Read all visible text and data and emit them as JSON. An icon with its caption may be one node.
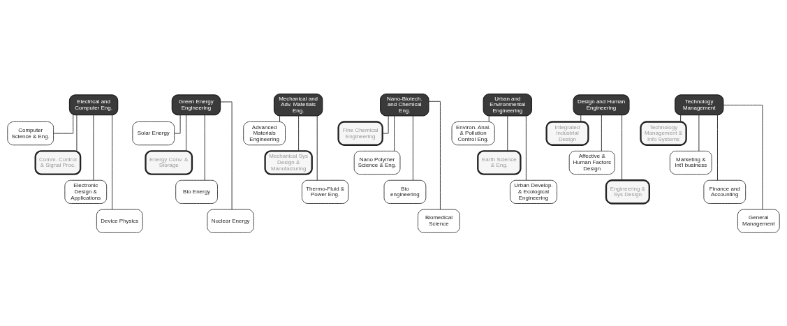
{
  "diagram": {
    "nodes": [
      {
        "text": [
          "Electrical and Computer Eng."
        ]
      },
      {
        "text": [
          "Computer Science & Eng."
        ]
      },
      {
        "text": [
          "Comm. Control & Signal Proc."
        ]
      },
      {
        "text": [
          "Electronic Design & Applications"
        ]
      },
      {
        "text": [
          "Device Physics"
        ]
      },
      {
        "text": [
          "Green Energy Engineering"
        ]
      },
      {
        "text": [
          "Solar Energy"
        ]
      },
      {
        "text": [
          "Energy Conv. & Storage"
        ]
      },
      {
        "text": [
          "Bio Energy"
        ]
      },
      {
        "text": [
          "Nuclear Energy"
        ]
      },
      {
        "text": [
          "Mechanical and Adv. Materials Eng."
        ]
      },
      {
        "text": [
          "Advanced Materials Engineering"
        ]
      },
      {
        "text": [
          "Mechanical Sys Design & Manufacturing"
        ]
      },
      {
        "text": [
          "Thermo-Fluid & Power Eng."
        ]
      },
      {
        "text": [
          "Nano-Biotech. and Chemical Eng."
        ]
      },
      {
        "text": [
          "Fine Chemical Engineering"
        ]
      },
      {
        "text": [
          "Nano Polymer Science & Eng."
        ]
      },
      {
        "text": [
          "Bio engineering"
        ]
      },
      {
        "text": [
          "Biomedical Science"
        ]
      },
      {
        "text": [
          "Urban and Environmental Engineering"
        ]
      },
      {
        "text": [
          "Environ. Anal. & Pollution Control Eng."
        ]
      },
      {
        "text": [
          "Earth Science & Eng."
        ]
      },
      {
        "text": [
          "Urban Develop. & Ecological Engineering"
        ]
      },
      {
        "text": [
          "Design and Human Engineering"
        ]
      },
      {
        "text": [
          "Integrated Industrial Design"
        ]
      },
      {
        "text": [
          "Affective & Human Factors Design"
        ]
      },
      {
        "text": [
          "Engineering & Sys Design"
        ]
      },
      {
        "text": [
          "Technology Management"
        ]
      },
      {
        "text": [
          "Technology Management & Info Systems"
        ]
      },
      {
        "text": [
          "Marketing & Int'l business"
        ]
      },
      {
        "text": [
          "Finance and Accounting"
        ]
      },
      {
        "text": [
          "General Management"
        ]
      }
    ],
    "edges": [
      {
        "from": 0,
        "to": 1,
        "arrow": "none"
      },
      {
        "from": 0,
        "to": 2,
        "arrow": "none"
      },
      {
        "from": 0,
        "to": 3,
        "arrow": "none"
      },
      {
        "from": 0,
        "to": 4,
        "arrow": "none"
      },
      {
        "from": 5,
        "to": 6,
        "arrow": "none"
      },
      {
        "from": 5,
        "to": 7,
        "arrow": "none"
      },
      {
        "from": 5,
        "to": 8,
        "arrow": "none"
      },
      {
        "from": 5,
        "to": 9,
        "arrow": "none"
      },
      {
        "from": 10,
        "to": 11,
        "arrow": "none"
      },
      {
        "from": 10,
        "to": 12,
        "arrow": "none"
      },
      {
        "from": 10,
        "to": 13,
        "arrow": "none"
      },
      {
        "from": 14,
        "to": 15,
        "arrow": "none"
      },
      {
        "from": 14,
        "to": 16,
        "arrow": "none"
      },
      {
        "from": 14,
        "to": 17,
        "arrow": "none"
      },
      {
        "from": 14,
        "to": 18,
        "arrow": "none"
      },
      {
        "from": 19,
        "to": 20,
        "arrow": "none"
      },
      {
        "from": 19,
        "to": 21,
        "arrow": "none"
      },
      {
        "from": 19,
        "to": 22,
        "arrow": "none"
      },
      {
        "from": 23,
        "to": 24,
        "arrow": "none"
      },
      {
        "from": 23,
        "to": 25,
        "arrow": "none"
      },
      {
        "from": 23,
        "to": 26,
        "arrow": "none"
      },
      {
        "from": 27,
        "to": 28,
        "arrow": "none"
      },
      {
        "from": 27,
        "to": 29,
        "arrow": "none"
      },
      {
        "from": 27,
        "to": 30,
        "arrow": "none"
      },
      {
        "from": 27,
        "to": 31,
        "arrow": "none"
      }
    ]
  }
}
